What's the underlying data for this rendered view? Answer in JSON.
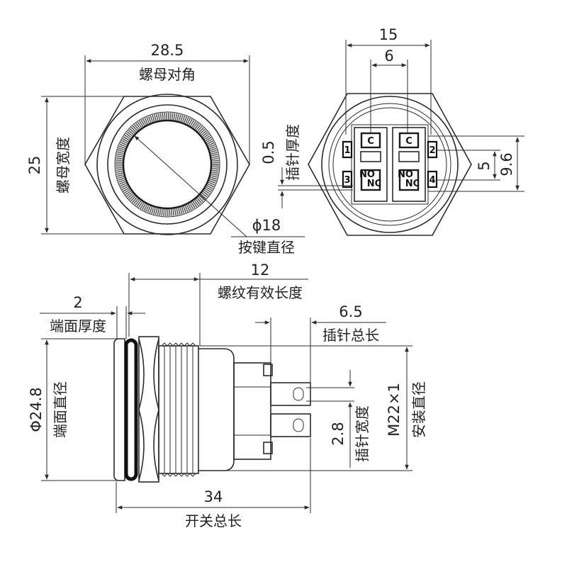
{
  "front_view": {
    "across_corners": {
      "value": "28.5",
      "label": "螺母对角"
    },
    "across_flats": {
      "value": "25",
      "label": "螺母宽度"
    },
    "button_diameter": {
      "value": "ϕ18",
      "label": "按键直径"
    }
  },
  "terminal_view": {
    "overall_width": "15",
    "inner_width": "6",
    "pin_thickness": {
      "value": "0.5",
      "label": "插针厚度"
    },
    "dim_9_6": "9.6",
    "dim_5": "5",
    "terminals": [
      "1",
      "2",
      "3",
      "4"
    ],
    "contact_labels": [
      "C",
      "C",
      "NO",
      "NO",
      "NC",
      "NC"
    ]
  },
  "side_view": {
    "thread_length": {
      "value": "12",
      "label": "螺纹有效长度"
    },
    "face_thickness": {
      "value": "2",
      "label": "端面厚度"
    },
    "pin_length": {
      "value": "6.5",
      "label": "插针总长"
    },
    "face_diameter": {
      "value": "Φ24.8",
      "label": "端面直径"
    },
    "pin_width": {
      "value": "2.8",
      "label": "插针宽度"
    },
    "mount_thread": {
      "value": "M22×1",
      "label": "安装直径"
    },
    "total_length": {
      "value": "34",
      "label": "开关总长"
    }
  }
}
